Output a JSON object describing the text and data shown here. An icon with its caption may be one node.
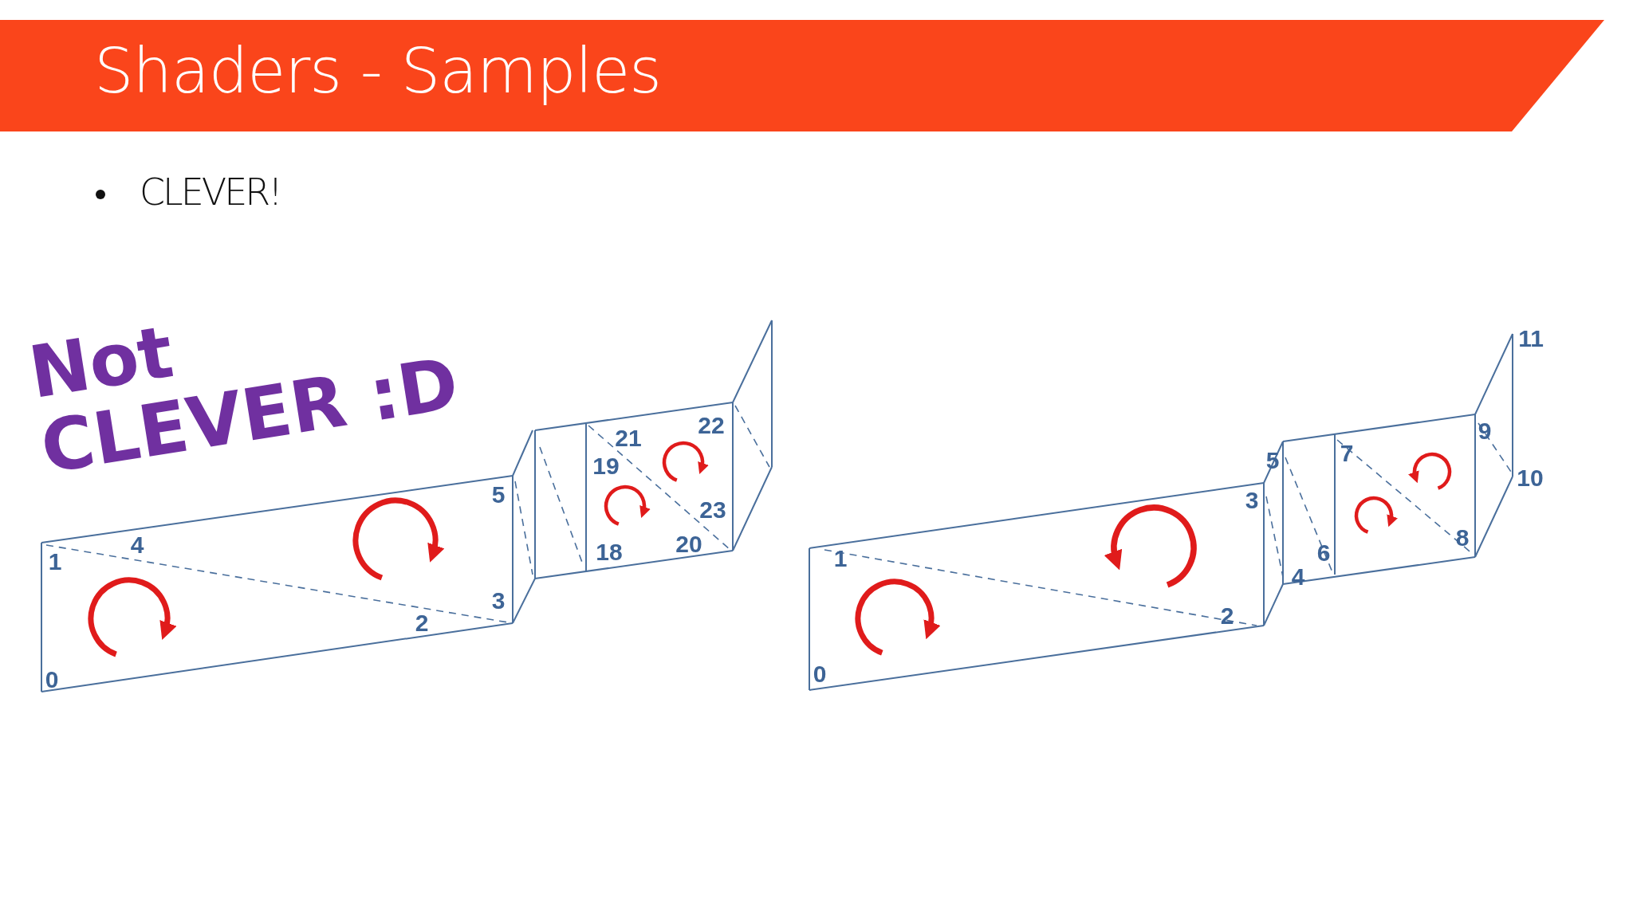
{
  "diagram": {
    "title": "Shaders - Samples",
    "labels": [
      "CLEVER!",
      "Not CLEVER :D",
      "0",
      "1",
      "4",
      "2",
      "3",
      "5",
      "19",
      "21",
      "22",
      "18",
      "23",
      "20",
      "0",
      "1",
      "2",
      "3",
      "4",
      "5",
      "6",
      "7",
      "8",
      "9",
      "10",
      "11"
    ]
  }
}
